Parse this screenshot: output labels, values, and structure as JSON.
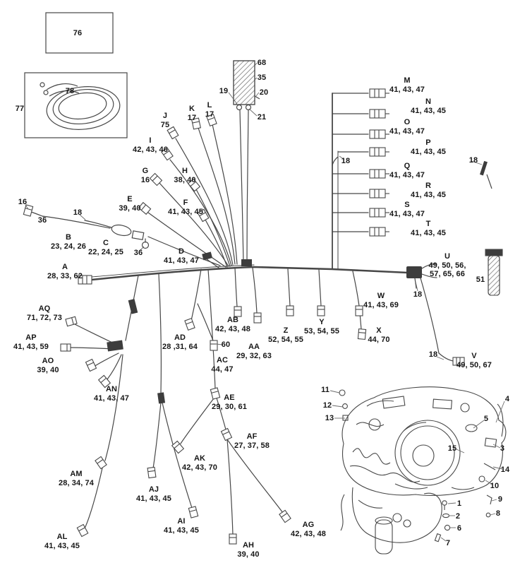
{
  "diagram": {
    "type": "wiring-harness-parts-diagram",
    "connectors": {
      "A": {
        "letter": "A",
        "parts": "28, 33, 62"
      },
      "B": {
        "letter": "B",
        "parts": "23, 24, 26"
      },
      "C": {
        "letter": "C",
        "parts": "22, 24, 25"
      },
      "D": {
        "letter": "D",
        "parts": "41, 43, 47"
      },
      "E": {
        "letter": "E",
        "parts": "39, 40"
      },
      "F": {
        "letter": "F",
        "parts": "41, 43, 45"
      },
      "G": {
        "letter": "G",
        "parts": "16"
      },
      "H": {
        "letter": "H",
        "parts": "38, 40"
      },
      "I": {
        "letter": "I",
        "parts": "42, 43, 46"
      },
      "J": {
        "letter": "J",
        "parts": "75"
      },
      "K": {
        "letter": "K",
        "parts": "17"
      },
      "L": {
        "letter": "L",
        "parts": "17"
      },
      "M": {
        "letter": "M",
        "parts": "41, 43, 47"
      },
      "N": {
        "letter": "N",
        "parts": "41, 43, 45"
      },
      "O": {
        "letter": "O",
        "parts": "41, 43, 47"
      },
      "P": {
        "letter": "P",
        "parts": "41, 43, 45"
      },
      "Q": {
        "letter": "Q",
        "parts": "41, 43, 47"
      },
      "R": {
        "letter": "R",
        "parts": "41, 43, 45"
      },
      "S": {
        "letter": "S",
        "parts": "41, 43, 47"
      },
      "T": {
        "letter": "T",
        "parts": "41, 43, 45"
      },
      "U": {
        "letter": "U",
        "parts": "49, 50, 56,",
        "parts2": "57, 65, 66"
      },
      "V": {
        "letter": "V",
        "parts": "49, 50, 67"
      },
      "W": {
        "letter": "W",
        "parts": "41, 43, 69"
      },
      "X": {
        "letter": "X",
        "parts": "44, 70"
      },
      "Y": {
        "letter": "Y",
        "parts": "53, 54, 55"
      },
      "Z": {
        "letter": "Z",
        "parts": "52, 54, 55"
      },
      "AA": {
        "letter": "AA",
        "parts": "29, 32, 63"
      },
      "AB": {
        "letter": "AB",
        "parts": "42, 43, 48"
      },
      "AC": {
        "letter": "AC",
        "parts": "44, 47"
      },
      "AD": {
        "letter": "AD",
        "parts": "28 ,31, 64"
      },
      "AE": {
        "letter": "AE",
        "parts": "29, 30, 61"
      },
      "AF": {
        "letter": "AF",
        "parts": "27, 37, 58"
      },
      "AG": {
        "letter": "AG",
        "parts": "42, 43, 48"
      },
      "AH": {
        "letter": "AH",
        "parts": "39, 40"
      },
      "AI": {
        "letter": "AI",
        "parts": "41, 43, 45"
      },
      "AJ": {
        "letter": "AJ",
        "parts": "41, 43, 45"
      },
      "AK": {
        "letter": "AK",
        "parts": "42, 43, 70"
      },
      "AL": {
        "letter": "AL",
        "parts": "41, 43, 45"
      },
      "AM": {
        "letter": "AM",
        "parts": "28, 34, 74"
      },
      "AN": {
        "letter": "AN",
        "parts": "41, 43, 47"
      },
      "AO": {
        "letter": "AO",
        "parts": "39, 40"
      },
      "AP": {
        "letter": "AP",
        "parts": "41, 43, 59"
      },
      "AQ": {
        "letter": "AQ",
        "parts": "71, 72, 73"
      }
    },
    "callouts": {
      "c76": "76",
      "c77": "77",
      "c78": "78",
      "c68": "68",
      "c35": "35",
      "c20": "20",
      "c19": "19",
      "c21": "21",
      "c16": "16",
      "c36_1": "36",
      "c36_2": "36",
      "c18_1": "18",
      "c18_2": "18",
      "c18_3": "18",
      "c18_4": "18",
      "c18_5": "18",
      "c60": "60",
      "c51": "51",
      "c1": "1",
      "c2": "2",
      "c3": "3",
      "c4": "4",
      "c5": "5",
      "c6": "6",
      "c7": "7",
      "c8": "8",
      "c9": "9",
      "c10": "10",
      "c11": "11",
      "c12": "12",
      "c13": "13",
      "c14": "14",
      "c15": "15"
    }
  }
}
